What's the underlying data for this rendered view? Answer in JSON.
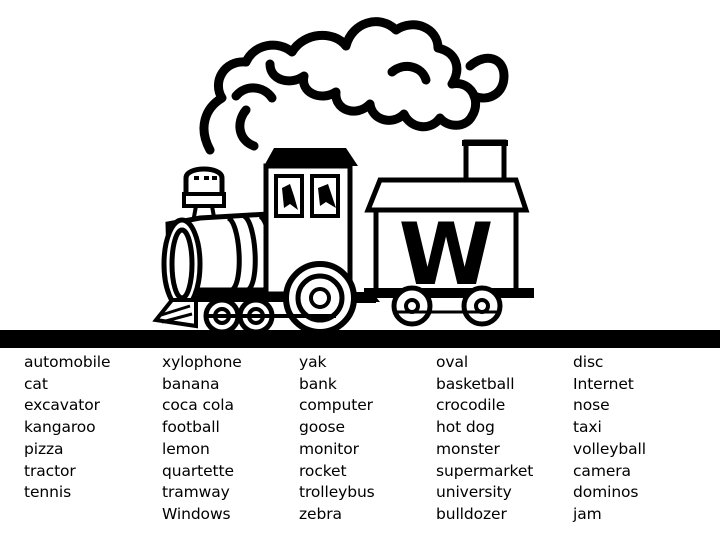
{
  "illustration": {
    "subject": "train-icon",
    "car_letter": "W"
  },
  "word_columns": [
    [
      "automobile",
      "cat",
      "excavator",
      "kangaroo",
      "pizza",
      "tractor",
      "tennis"
    ],
    [
      "xylophone",
      "banana",
      "coca cola",
      "football",
      "lemon",
      "quartette",
      "tramway",
      "Windows"
    ],
    [
      "yak",
      "bank",
      "computer",
      "goose",
      "monitor",
      "rocket",
      "trolleybus",
      "zebra"
    ],
    [
      "oval",
      "basketball",
      "crocodile",
      "hot dog",
      "monster",
      "supermarket",
      "university",
      "bulldozer"
    ],
    [
      "disc",
      "Internet",
      "nose",
      "taxi",
      "volleyball",
      "camera",
      "dominos",
      "jam"
    ]
  ]
}
